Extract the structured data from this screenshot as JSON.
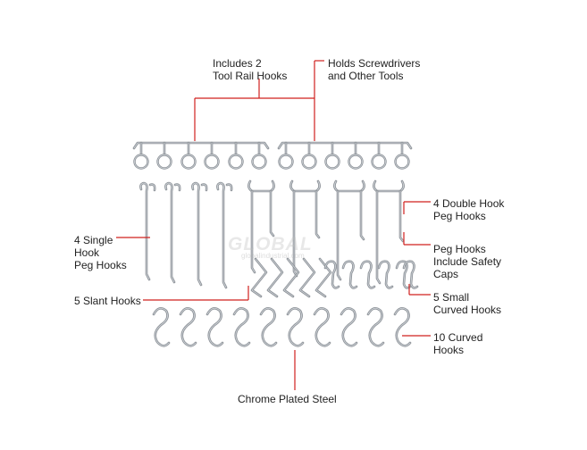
{
  "labels": {
    "tool_rail": [
      "Includes 2",
      "Tool Rail Hooks"
    ],
    "screwdrivers": [
      "Holds Screwdrivers",
      "and Other Tools"
    ],
    "double_hook": [
      "4 Double Hook",
      "Peg Hooks"
    ],
    "single_hook": [
      "4 Single",
      "Hook",
      "Peg Hooks"
    ],
    "safety_caps": [
      "Peg Hooks",
      "Include Safety",
      "Caps"
    ],
    "slant": [
      "5 Slant Hooks"
    ],
    "small_curved": [
      "5 Small",
      "Curved Hooks"
    ],
    "curved": [
      "10 Curved",
      "Hooks"
    ],
    "steel": [
      "Chrome Plated Steel"
    ]
  },
  "watermark": {
    "brand": "GLOBAL",
    "site": "globalindustrial.com"
  },
  "colors": {
    "callout": "#d0201e",
    "chrome": "#8a8f95",
    "chrome_light": "#c9ced3",
    "text": "#222222"
  }
}
